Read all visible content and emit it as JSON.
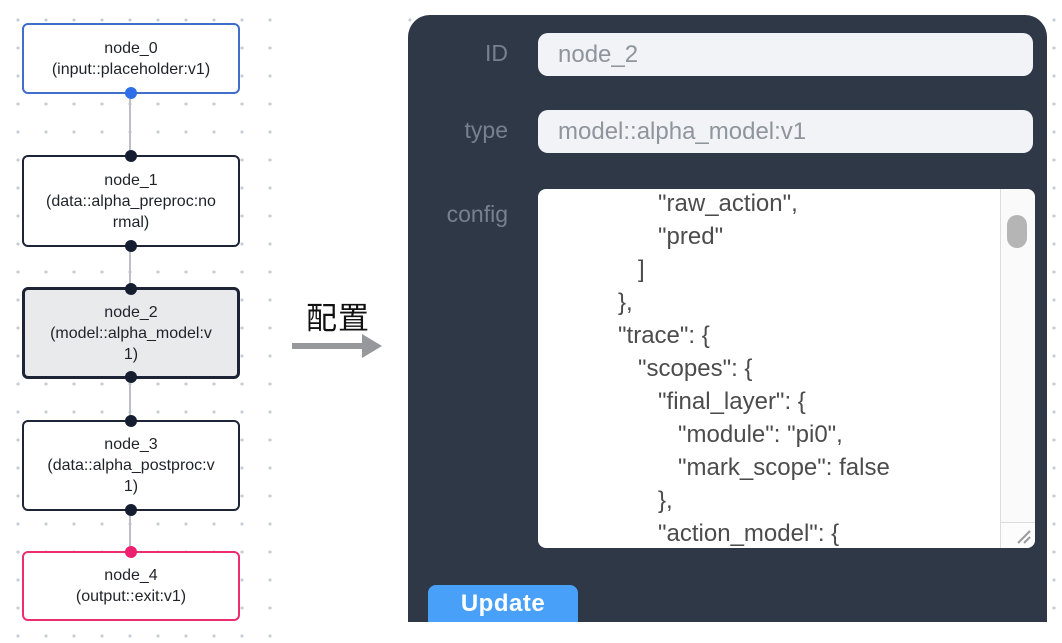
{
  "flow": {
    "nodes": [
      {
        "id": "node_0",
        "title": "node_0",
        "subtitle": "(input::placeholder:v1)",
        "kind": "input",
        "selected": false
      },
      {
        "id": "node_1",
        "title": "node_1",
        "subtitle": "(data::alpha_preproc:normal)",
        "kind": "data",
        "selected": false
      },
      {
        "id": "node_2",
        "title": "node_2",
        "subtitle": "(model::alpha_model:v1)",
        "kind": "model",
        "selected": true
      },
      {
        "id": "node_3",
        "title": "node_3",
        "subtitle": "(data::alpha_postproc:v1)",
        "kind": "data",
        "selected": false
      },
      {
        "id": "node_4",
        "title": "node_4",
        "subtitle": "(output::exit:v1)",
        "kind": "output",
        "selected": false
      }
    ]
  },
  "middle": {
    "label": "配置"
  },
  "panel": {
    "id_label": "ID",
    "id_value": "node_2",
    "type_label": "type",
    "type_value": "model::alpha_model:v1",
    "config_label": "config",
    "config": {
      "lines": [
        "               \"raw_action\",",
        "               \"pred\"",
        "            ]",
        "         },",
        "         \"trace\": {",
        "            \"scopes\": {",
        "               \"final_layer\": {",
        "                  \"module\": \"pi0\",",
        "                  \"mark_scope\": false",
        "               },",
        "               \"action_model\": {"
      ]
    },
    "update_label": "Update"
  },
  "colors": {
    "panel_bg": "#2e3847",
    "button_blue": "#49a0f8",
    "accent_blue": "#3f6ecb",
    "accent_pink": "#ec2d6f",
    "port_blue": "#2e6ee8",
    "port_pink": "#f02070",
    "label_gray": "#78808e",
    "node_border": "#1d2436",
    "grid_dot": "#c7ccd6",
    "arrow_gray": "#96989c"
  }
}
